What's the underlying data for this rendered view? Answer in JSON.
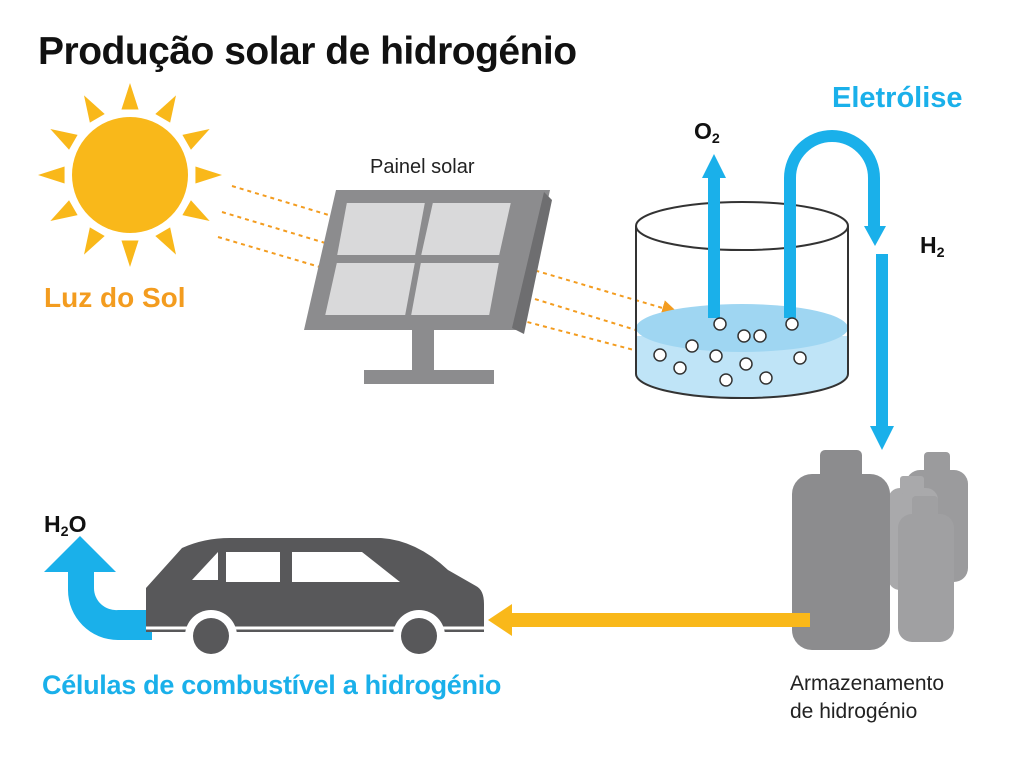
{
  "title": "Produção solar de hidrogénio",
  "sun": {
    "label": "Luz do Sol",
    "color": "#f9b81a",
    "label_color": "#f39c1f"
  },
  "panel": {
    "label": "Painel solar"
  },
  "electrolysis": {
    "label": "Eletrólise",
    "o2_main": "O",
    "o2_sub": "2",
    "h2_main": "H",
    "h2_sub": "2",
    "color": "#1ab0ea"
  },
  "storage": {
    "label_line1": "Armazenamento",
    "label_line2": "de hidrogénio"
  },
  "car": {
    "h2o_main": "H",
    "h2o_sub": "2",
    "h2o_tail": "O",
    "label": "Células de combustível a hidrogénio"
  },
  "colors": {
    "blue": "#1ab0ea",
    "orange": "#f39c1f",
    "yellow": "#f9b81a",
    "gray": "#8c8c8e",
    "dark_gray": "#58585a"
  }
}
